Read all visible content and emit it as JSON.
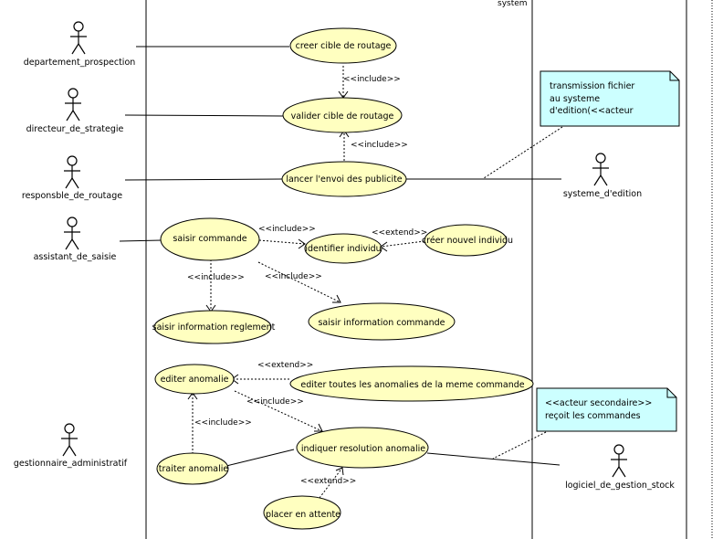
{
  "system_label": "system",
  "actors": {
    "departement_prospection": "departement_prospection",
    "directeur_de_strategie": "directeur_de_strategie",
    "responsble_de_routage": "responsble_de_routage",
    "assistant_de_saisie": "assistant_de_saisie",
    "gestionnaire_administratif": "gestionnaire_administratif",
    "systeme_d_edition": "systeme_d'edition",
    "logiciel_de_gestion_stock": "logiciel_de_gestion_stock"
  },
  "use_cases": {
    "creer_cible": "creer cible de routage",
    "valider_cible": "valider cible de routage",
    "lancer_envoi": "lancer l'envoi des publicite",
    "saisir_commande": "saisir commande",
    "identifier_individu": "identifier individu",
    "creer_nouvel_individu": "créer nouvel individu",
    "saisir_info_reglement": "saisir information reglement",
    "saisir_info_commande": "saisir information commande",
    "editer_anomalie": "editer anomalie",
    "editer_toutes_anomalies": "editer toutes les anomalies de la meme commande",
    "traiter_anomalie": "traiter anomalie",
    "indiquer_resolution": "indiquer resolution anomalie",
    "placer_en_attente": "placer en attente"
  },
  "relations": {
    "include_label": "<<include>>",
    "extend_label": "<<extend>>"
  },
  "notes": {
    "note_edition": [
      "transmission fichier",
      "au systeme",
      "d'edition(<<acteur"
    ],
    "note_stock": [
      "<<acteur secondaire>>",
      "reçoit les commandes"
    ]
  }
}
